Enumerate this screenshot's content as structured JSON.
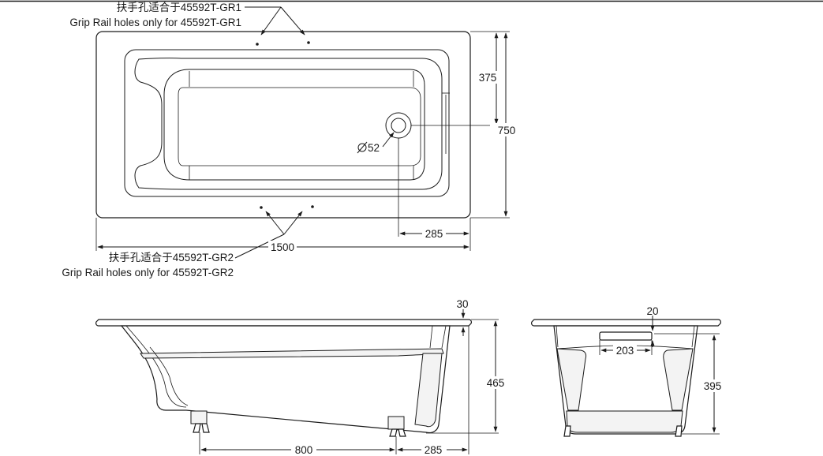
{
  "top_view": {
    "grip_rail_1": {
      "cn": "扶手孔适合于45592T-GR1",
      "en": "Grip Rail holes only for 45592T-GR1"
    },
    "grip_rail_2": {
      "cn": "扶手孔适合于45592T-GR2",
      "en": "Grip Rail holes only for 45592T-GR2"
    },
    "dims": {
      "half_width": "375",
      "width": "750",
      "drain_offset": "285",
      "length": "1500",
      "drain_diameter": "52"
    }
  },
  "side_view": {
    "dims": {
      "rim": "30",
      "height": "465",
      "feet_spacing": "800",
      "foot_offset": "285"
    }
  },
  "end_view": {
    "dims": {
      "rim": "20",
      "overflow": "203",
      "depth": "395"
    }
  }
}
